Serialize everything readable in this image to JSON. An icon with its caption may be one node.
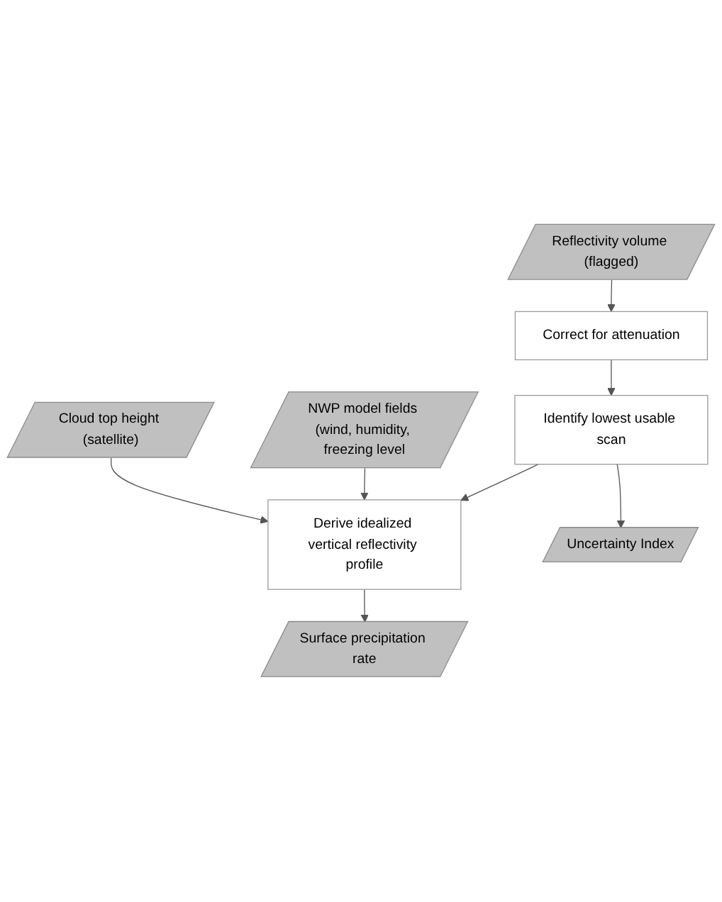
{
  "diagram": {
    "nodes": [
      {
        "text": [
          "Reflectivity volume (flagged)"
        ]
      },
      {
        "text": [
          "Correct for attenuation"
        ]
      },
      {
        "text": [
          "Identify lowest usable scan"
        ]
      },
      {
        "text": [
          "Derive idealized vertical reflectivity profile"
        ]
      },
      {
        "text": [
          "NWP model fields (wind, humidity, freezing level"
        ]
      },
      {
        "text": [
          "Cloud top height (satellite)"
        ]
      },
      {
        "text": [
          "Surface precipitation rate"
        ]
      },
      {
        "text": [
          "Uncertainty Index"
        ]
      }
    ],
    "edges": [
      {
        "from": 0,
        "to": 1,
        "arrow": "to"
      },
      {
        "from": 1,
        "to": 2,
        "arrow": "to"
      },
      {
        "from": 2,
        "to": 3,
        "arrow": "to"
      },
      {
        "from": 4,
        "to": 3,
        "arrow": "to"
      },
      {
        "from": 5,
        "to": 3,
        "arrow": "to"
      },
      {
        "from": 3,
        "to": 6,
        "arrow": "to"
      },
      {
        "from": 2,
        "to": 7,
        "arrow": "to"
      }
    ]
  }
}
